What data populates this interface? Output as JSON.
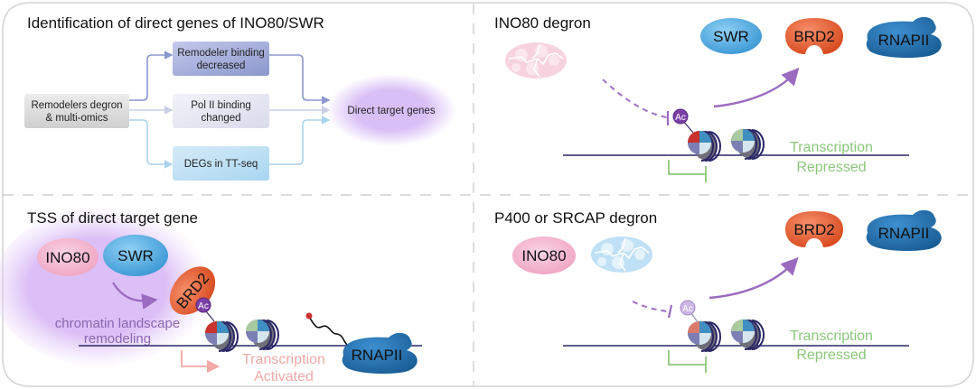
{
  "panels": {
    "top_left": {
      "title": "Identification of direct genes of INO80/SWR",
      "source_box": {
        "line1": "Remodelers degron",
        "line2": "& multi-omics"
      },
      "branches": [
        {
          "line1": "Remodeler binding",
          "line2": "decreased",
          "color": "#8b98cf"
        },
        {
          "line1": "Pol II binding",
          "line2": "changed",
          "color": "#c9cde6"
        },
        {
          "line1": "DEGs in TT-seq",
          "line2": "",
          "color": "#a9d4ee"
        }
      ],
      "target": "Direct target genes"
    },
    "top_right": {
      "title": "INO80 degron",
      "proteins": {
        "swr": "SWR",
        "brd2": "BRD2",
        "rnapii": "RNAPII"
      },
      "ac_label": "Ac",
      "status_line1": "Transcription",
      "status_line2": "Repressed"
    },
    "bottom_left": {
      "title": "TSS of direct target gene",
      "proteins": {
        "ino80": "INO80",
        "swr": "SWR",
        "brd2": "BRD2",
        "rnapii": "RNAPII"
      },
      "ac_label": "Ac",
      "remodel_line1": "chromatin landscape",
      "remodel_line2": "remodeling",
      "status_line1": "Transcription",
      "status_line2": "Activated"
    },
    "bottom_right": {
      "title": "P400 or SRCAP degron",
      "proteins": {
        "ino80": "INO80",
        "brd2": "BRD2",
        "rnapii": "RNAPII"
      },
      "ac_label": "Ac",
      "status_line1": "Transcription",
      "status_line2": "Repressed"
    }
  },
  "colors": {
    "ino80": "#f2a9c4",
    "swr": "#4aa6dc",
    "brd2": "#e85a2c",
    "rnapii": "#1f6fae",
    "acetyl": "#7b3fa6",
    "arrow_purple": "#9b6bc0",
    "repressed_green": "#8cc77c",
    "activated_pink": "#f1aaa8",
    "dna": "#2a2766"
  }
}
